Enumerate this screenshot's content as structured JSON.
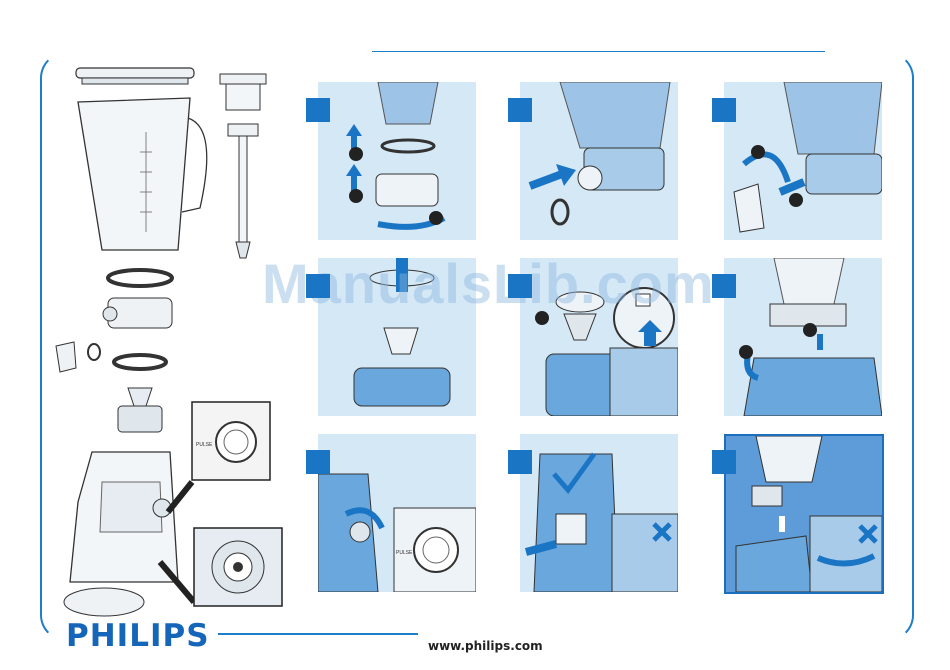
{
  "brand": "PHILIPS",
  "website": "www.philips.com",
  "watermark": "ManualsLib.com",
  "overview": {
    "dial_label": "PULSE"
  },
  "panels": [
    {
      "id": "step-1",
      "desc_icon": "blender-base-assembly"
    },
    {
      "id": "step-2",
      "desc_icon": "attach-seal-ring"
    },
    {
      "id": "step-3",
      "desc_icon": "fit-outlet-tap"
    },
    {
      "id": "step-4",
      "desc_icon": "insert-blade-unit"
    },
    {
      "id": "step-5",
      "desc_icon": "lock-blade-unit"
    },
    {
      "id": "step-6",
      "desc_icon": "place-jar-on-motor"
    },
    {
      "id": "step-7",
      "desc_icon": "turn-speed-dial",
      "dial_label": "PULSE"
    },
    {
      "id": "step-8",
      "desc_icon": "dispense-drink"
    },
    {
      "id": "step-9",
      "desc_icon": "remove-jar"
    }
  ],
  "colors": {
    "accent": "#1b75c5",
    "panel_bg": "#d5e8f6",
    "highlight_bg": "#5d9cd8",
    "brand_blue": "#1565b8"
  }
}
